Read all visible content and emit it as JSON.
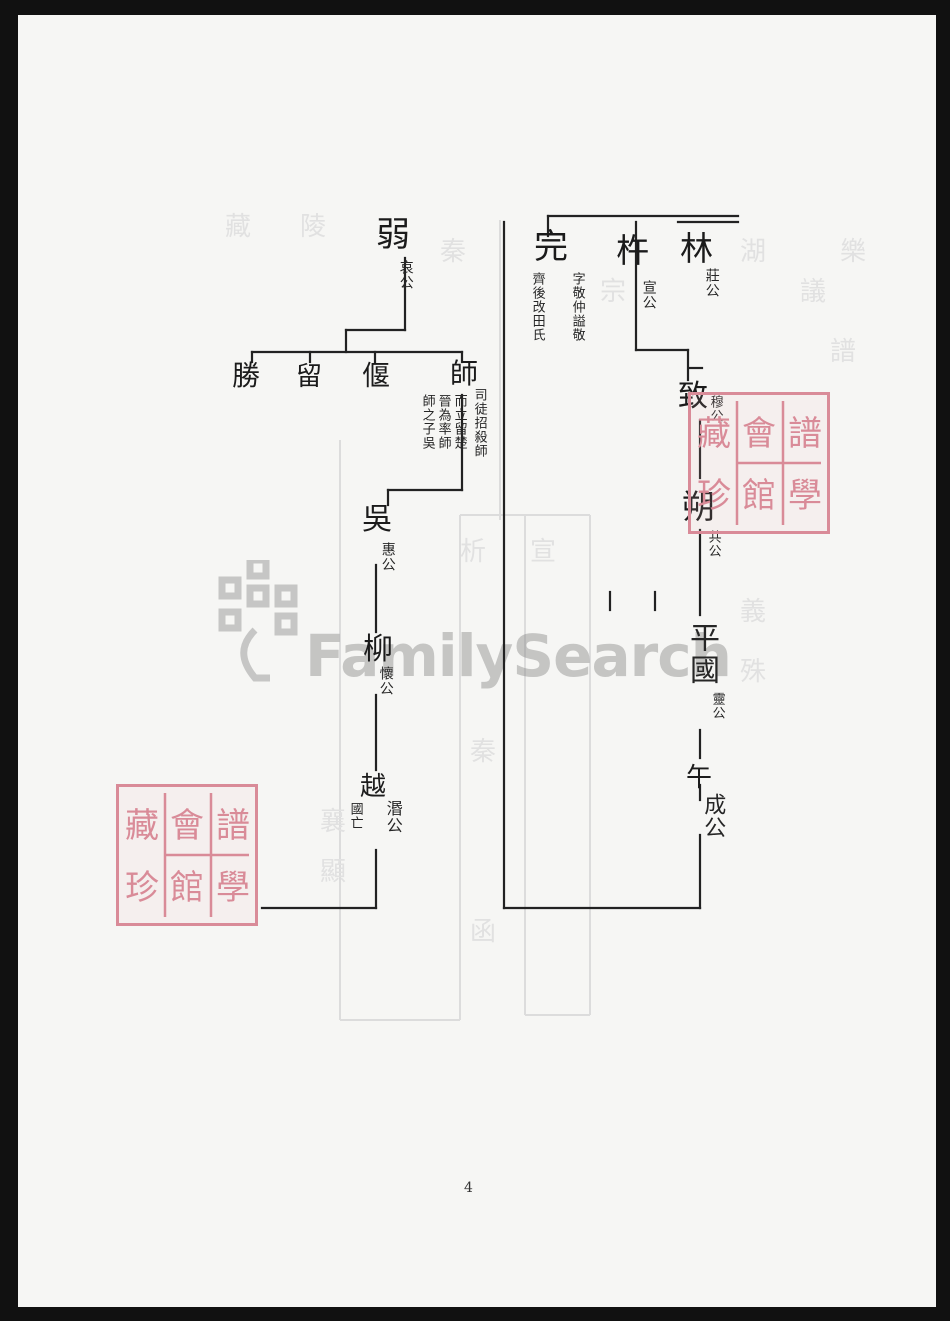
{
  "watermark": {
    "text": "FamilySearch"
  },
  "page_number": "4",
  "seal": {
    "characters": [
      "譜",
      "學",
      "會",
      "館",
      "藏",
      "珍"
    ]
  },
  "right_branch": {
    "lin": {
      "name": "林",
      "note": "莊公"
    },
    "xing": {
      "name": "杵",
      "note": "宣公"
    },
    "zhi": {
      "name": "致",
      "note": "穆公"
    },
    "shuo": {
      "name": "朔",
      "note": "共公"
    },
    "pingguo": {
      "name": "平國",
      "note": "靈公"
    },
    "wu": {
      "name": "午",
      "note": "成公"
    }
  },
  "wan": {
    "name": "完",
    "note_1": "字敬仲謚敬",
    "note_2": "齊後改田氏"
  },
  "left_branch": {
    "ruo": {
      "name": "弱",
      "note": "哀公"
    },
    "children": [
      {
        "name": "師",
        "note_1": "司徒招殺師",
        "note_2": "而立留楚",
        "note_3": "晉為率師",
        "note_4": "師之子吳"
      },
      {
        "name": "偃"
      },
      {
        "name": "留"
      },
      {
        "name": "勝"
      }
    ],
    "wu": {
      "name": "吳",
      "note": "惠公"
    },
    "liu": {
      "name": "柳",
      "note": "懷公"
    },
    "yue": {
      "name": "越",
      "note": "湣公",
      "note_2": "國亡"
    }
  }
}
